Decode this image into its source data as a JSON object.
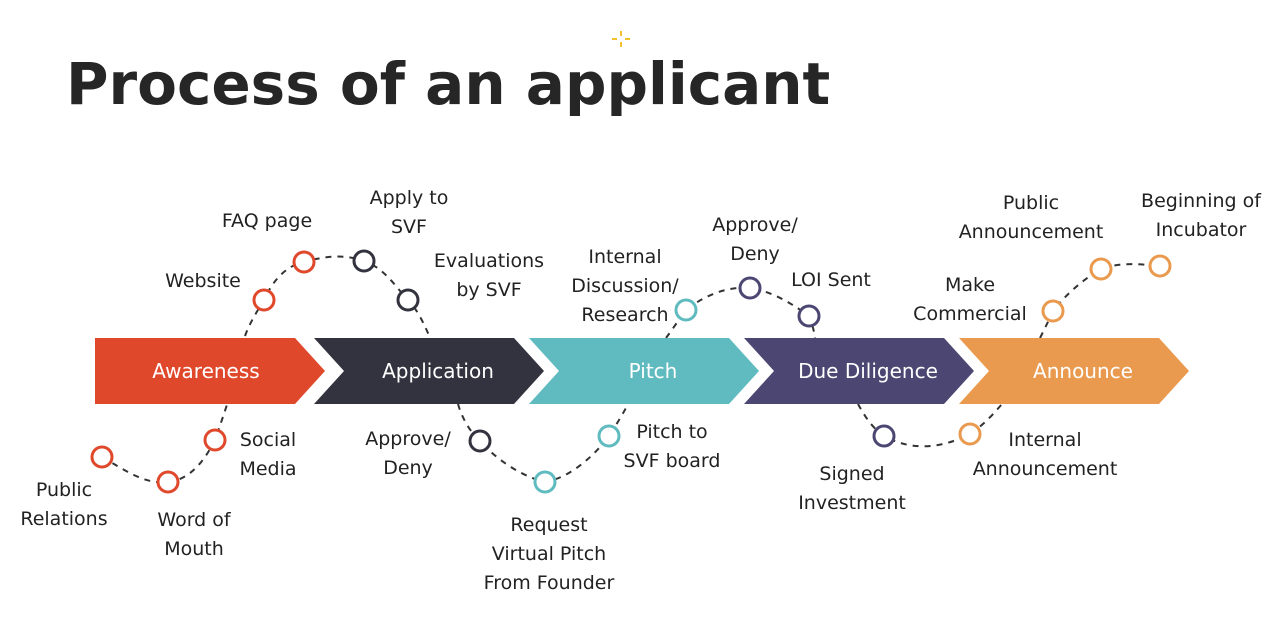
{
  "title": "Process of an applicant",
  "stages": [
    {
      "label": "Awareness",
      "color": "#E0482B"
    },
    {
      "label": "Application",
      "color": "#33333F"
    },
    {
      "label": "Pitch",
      "color": "#5FBBBF"
    },
    {
      "label": "Due Diligence",
      "color": "#4B4672"
    },
    {
      "label": "Announce",
      "color": "#EA9A4E"
    }
  ],
  "steps": [
    {
      "lines": [
        "Public",
        "Relations"
      ],
      "color": "#E0482B"
    },
    {
      "lines": [
        "Word of",
        "Mouth"
      ],
      "color": "#E0482B"
    },
    {
      "lines": [
        "Social",
        "Media"
      ],
      "color": "#E0482B"
    },
    {
      "lines": [
        "Website"
      ],
      "color": "#E0482B"
    },
    {
      "lines": [
        "FAQ page"
      ],
      "color": "#E0482B"
    },
    {
      "lines": [
        "Apply to",
        "SVF"
      ],
      "color": "#33333F"
    },
    {
      "lines": [
        "Evaluations",
        "by SVF"
      ],
      "color": "#33333F"
    },
    {
      "lines": [
        "Approve/",
        "Deny"
      ],
      "color": "#33333F"
    },
    {
      "lines": [
        "Request",
        "Virtual Pitch",
        "From Founder"
      ],
      "color": "#5FBBBF"
    },
    {
      "lines": [
        "Pitch to",
        "SVF board"
      ],
      "color": "#5FBBBF"
    },
    {
      "lines": [
        "Internal",
        "Discussion/",
        "Research"
      ],
      "color": "#5FBBBF"
    },
    {
      "lines": [
        "Approve/",
        "Deny"
      ],
      "color": "#4B4672"
    },
    {
      "lines": [
        "LOI Sent"
      ],
      "color": "#4B4672"
    },
    {
      "lines": [
        "Signed",
        "Investment"
      ],
      "color": "#4B4672"
    },
    {
      "lines": [
        "Internal",
        "Announcement"
      ],
      "color": "#EA9A4E"
    },
    {
      "lines": [
        "Make",
        "Commercial"
      ],
      "color": "#EA9A4E"
    },
    {
      "lines": [
        "Public",
        "Announcement"
      ],
      "color": "#EA9A4E"
    },
    {
      "lines": [
        "Beginning of",
        "Incubator"
      ],
      "color": "#EA9A4E"
    }
  ]
}
